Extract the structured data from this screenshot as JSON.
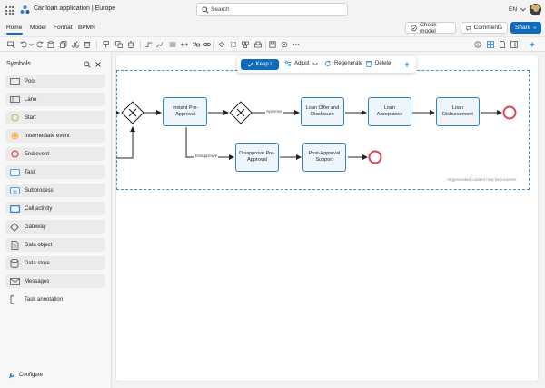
{
  "titlebar": {
    "doc_title": "Car loan application | Europe",
    "search_placeholder": "Search",
    "language": "EN"
  },
  "menu": {
    "tabs": [
      "Home",
      "Model",
      "Format",
      "BPMN"
    ],
    "active_tab": "Home",
    "check_model": "Check model",
    "comments": "Comments",
    "share": "Share"
  },
  "sidebar": {
    "title": "Symbols",
    "items": [
      {
        "label": "Pool",
        "icon": "pool-icon"
      },
      {
        "label": "Lane",
        "icon": "lane-icon"
      },
      {
        "label": "Start",
        "icon": "start-event-icon"
      },
      {
        "label": "Intermediate event",
        "icon": "intermediate-event-icon"
      },
      {
        "label": "End event",
        "icon": "end-event-icon"
      },
      {
        "label": "Task",
        "icon": "task-icon"
      },
      {
        "label": "Subprocess",
        "icon": "subprocess-icon"
      },
      {
        "label": "Call activity",
        "icon": "call-activity-icon"
      },
      {
        "label": "Gateway",
        "icon": "gateway-icon"
      },
      {
        "label": "Data object",
        "icon": "data-object-icon"
      },
      {
        "label": "Data store",
        "icon": "data-store-icon"
      },
      {
        "label": "Messages",
        "icon": "message-icon"
      },
      {
        "label": "Task annotation",
        "icon": "task-annotation-icon"
      }
    ],
    "configure": "Configure"
  },
  "ai_toolbar": {
    "keep": "Keep it",
    "adjust": "Adjust",
    "regenerate": "Regenerate",
    "delete": "Delete"
  },
  "diagram": {
    "tasks": [
      "Instant Pre-Approval",
      "Loan Offer and Disclosure",
      "Loan Acceptance",
      "Loan Disbursement",
      "Disapprove Pre-Approval",
      "Post-Approval Support"
    ],
    "flow_labels": {
      "approve": "Approve",
      "disapprove": "Disapprove"
    },
    "ai_note": "AI-generated content may be incorrect"
  },
  "colors": {
    "accent": "#0f6cbd",
    "task_border": "#2a83d3",
    "task_fill": "#eef5fc",
    "end_event": "#e0424f"
  }
}
